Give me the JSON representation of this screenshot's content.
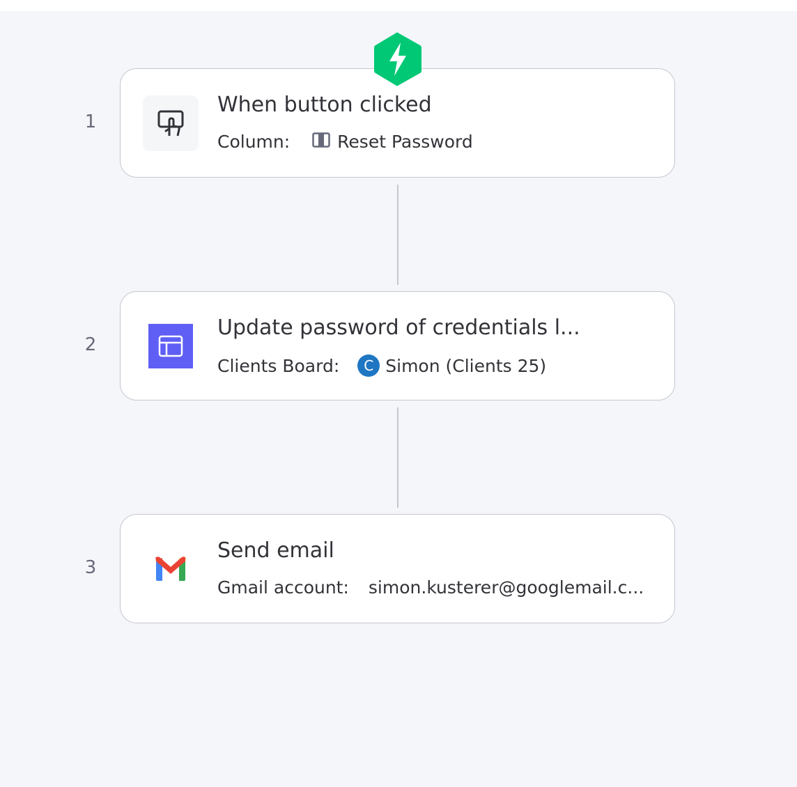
{
  "colors": {
    "trigger_badge": "#00c875",
    "board_icon_bg": "#5f5ff5",
    "account_avatar": "#1f76c2",
    "card_border": "#c5c7d0",
    "canvas_bg": "#f5f6fa"
  },
  "trigger_badge_icon": "lightning-bolt-icon",
  "steps": [
    {
      "number": "1",
      "icon": "button-click-icon",
      "title": "When button clicked",
      "detail_label": "Column:",
      "detail_icon": "column-icon",
      "detail_value": "Reset Password"
    },
    {
      "number": "2",
      "icon": "board-icon",
      "title": "Update password of credentials l...",
      "detail_label": "Clients Board:",
      "detail_avatar_letter": "C",
      "detail_value": "Simon (Clients 25)"
    },
    {
      "number": "3",
      "icon": "gmail-icon",
      "title": "Send email",
      "detail_label": "Gmail account:",
      "detail_value": "simon.kusterer@googlemail.c..."
    }
  ]
}
